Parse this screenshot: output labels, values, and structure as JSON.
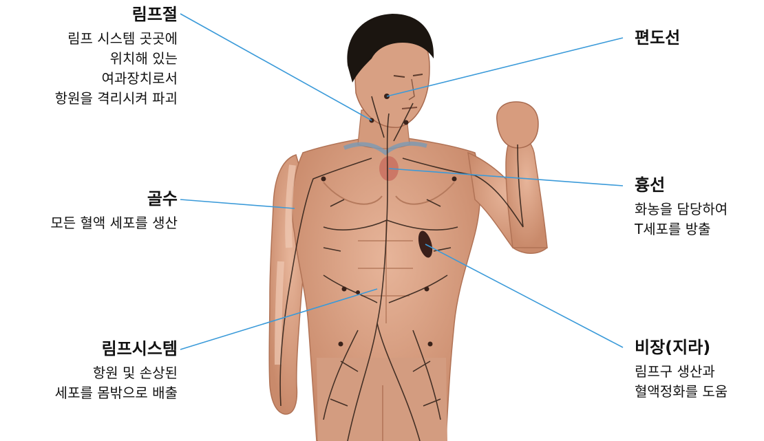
{
  "colors": {
    "leader_line": "#3a9ad9",
    "skin": "#d9a184",
    "skin_shadow": "#b97a5d",
    "vessels": "#2a1d16",
    "hair": "#1b1510",
    "nodes": "#c05a55"
  },
  "labels": {
    "lymph_node": {
      "title": "림프절",
      "desc": "림프 시스템 곳곳에\n위치해 있는\n여과장치로서\n항원을 격리시켜 파괴"
    },
    "bone_marrow": {
      "title": "골수",
      "desc": "모든 혈액 세포를 생산"
    },
    "lymph_system": {
      "title": "림프시스템",
      "desc": "항원 및 손상된\n세포를 몸밖으로 배출"
    },
    "tonsil": {
      "title": "편도선",
      "desc": ""
    },
    "thymus": {
      "title": "흉선",
      "desc": "화농을 담당하여\nT세포를 방출"
    },
    "spleen": {
      "title": "비장(지라)",
      "desc": "림프구 생산과\n혈액정화를 도움"
    }
  }
}
